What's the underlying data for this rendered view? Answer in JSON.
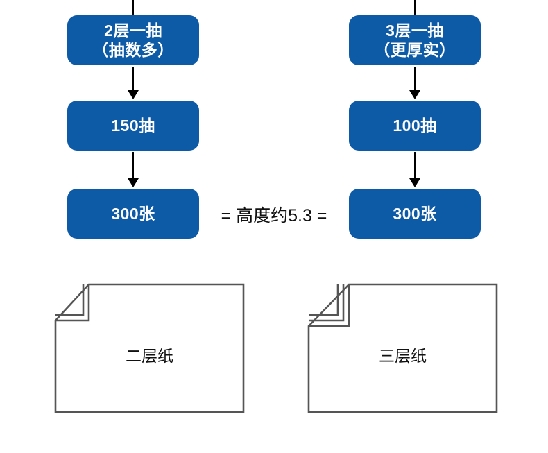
{
  "colors": {
    "node_blue": "#0d5aa7",
    "node_text": "#ffffff",
    "line_black": "#000000",
    "sheet_stroke": "#555555",
    "background": "#ffffff"
  },
  "diagram": {
    "left_branch": {
      "head": {
        "line1": "2层一抽",
        "line2": "（抽数多）"
      },
      "middle": "150抽",
      "bottom": "300张"
    },
    "right_branch": {
      "head": {
        "line1": "3层一抽",
        "line2": "（更厚实）"
      },
      "middle": "100抽",
      "bottom": "300张"
    },
    "equation": "= 高度约5.3 ="
  },
  "sheets": {
    "left": {
      "label": "二层纸",
      "fold_layers": 2
    },
    "right": {
      "label": "三层纸",
      "fold_layers": 3
    }
  }
}
